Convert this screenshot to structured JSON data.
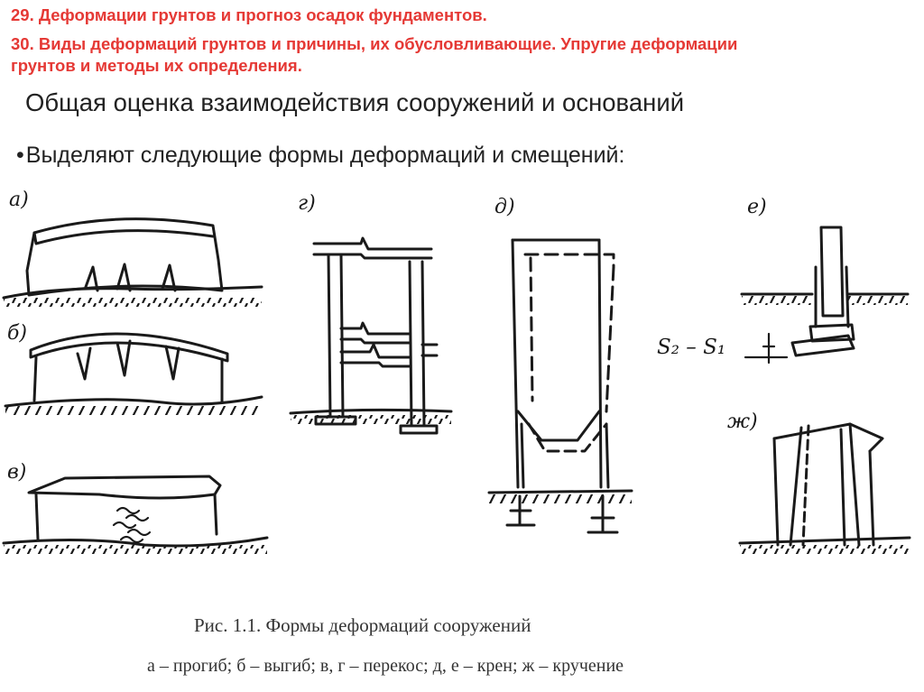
{
  "header": {
    "line1": "29. Деформации грунтов и прогноз осадок фундаментов.",
    "line2": "30. Виды деформаций грунтов и причины, их обусловливающие. Упругие деформации",
    "line3": "грунтов и методы их определения.",
    "color": "#e53935"
  },
  "title": "Общая оценка взаимодействия сооружений и оснований",
  "bullet": {
    "marker": "•",
    "text": "Выделяют следующие формы деформаций и смещений:"
  },
  "figure": {
    "labels": {
      "a": "а)",
      "b": "б)",
      "v": "в)",
      "g": "г)",
      "d": "д)",
      "e": "е)",
      "zh": "ж)"
    },
    "settlement_label": "S₂ – S₁",
    "caption_title": "Рис. 1.1.   Формы  деформаций   сооружений",
    "caption_legend": "а – прогиб; б – выгиб; в, г – перекос; д, е – крен; ж – кручение",
    "ink_color": "#1a1a1a"
  }
}
